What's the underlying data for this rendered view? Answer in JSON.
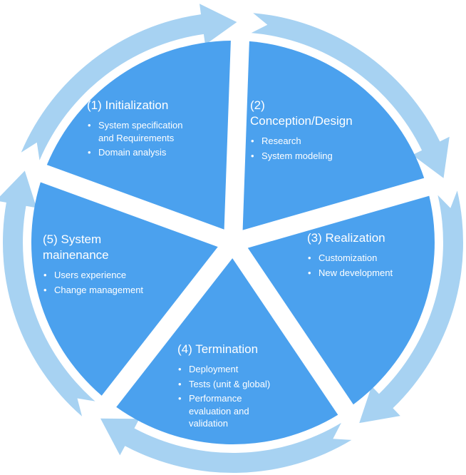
{
  "colors": {
    "ring": "#a7d2f2",
    "segment": "#4ba1ee",
    "text": "#ffffff",
    "background": "#ffffff"
  },
  "bullet_glyph": "•",
  "phases": [
    {
      "title": "(1) Initialization",
      "items": [
        "System specification\nand Requirements",
        "Domain analysis"
      ]
    },
    {
      "title": "(2)\nConception/Design",
      "items": [
        "Research",
        "System modeling"
      ]
    },
    {
      "title": "(3) Realization",
      "items": [
        "Customization",
        "New development"
      ]
    },
    {
      "title": "(4) Termination",
      "items": [
        "Deployment",
        "Tests (unit & global)",
        "Performance\nevaluation and\nvalidation"
      ]
    },
    {
      "title": "(5) System\nmainenance",
      "items": [
        "Users experience",
        "Change management"
      ]
    }
  ]
}
